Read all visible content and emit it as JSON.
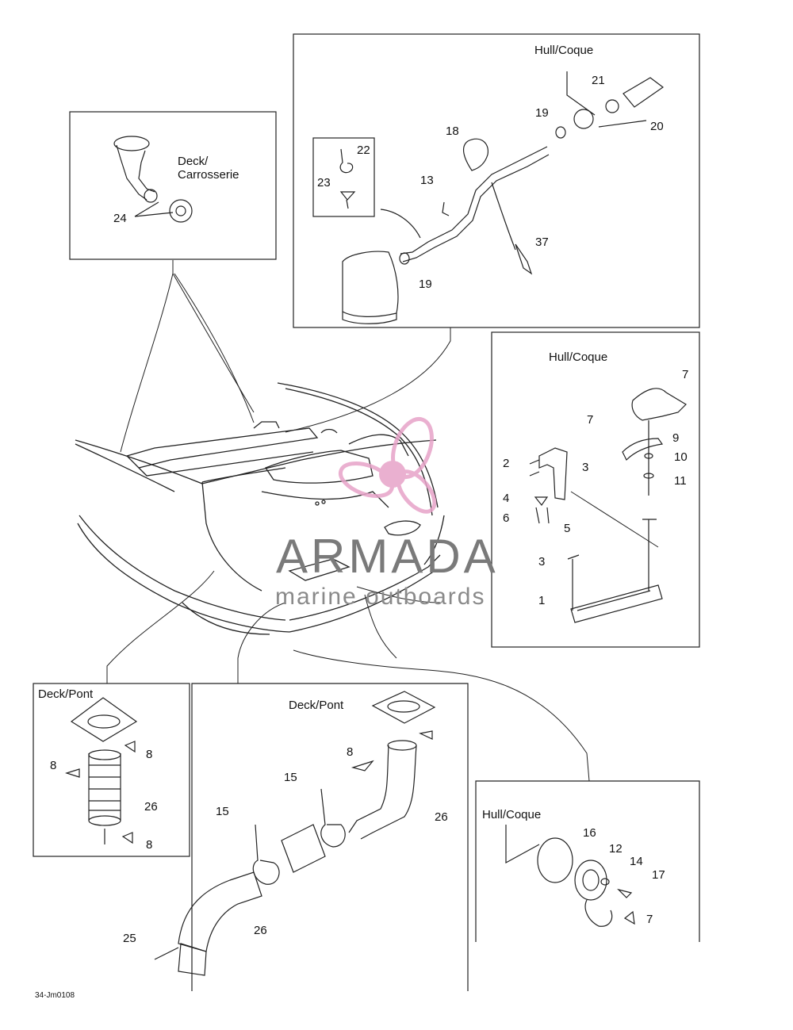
{
  "watermark": {
    "brand": "ARMADA",
    "tagline": "marine outboards",
    "logo_color": "#e7a3c8"
  },
  "drawing_code": "34-Jm0108",
  "captions": {
    "deck_carrosserie": [
      "Deck/",
      "Carrosserie"
    ],
    "hull_coque_top": "Hull/Coque",
    "hull_coque_right": "Hull/Coque",
    "deck_pont_left": "Deck/Pont",
    "deck_pont_center": "Deck/Pont",
    "hull_coque_bottom": "Hull/Coque"
  },
  "callouts": {
    "top_right_box": [
      "21",
      "19",
      "20",
      "18",
      "22",
      "23",
      "13",
      "37",
      "19"
    ],
    "top_left_box": [
      "24"
    ],
    "right_box": [
      "7",
      "7",
      "9",
      "2",
      "3",
      "10",
      "11",
      "4",
      "6",
      "5",
      "3",
      "1"
    ],
    "bottom_left_box": [
      "8",
      "8",
      "26",
      "8"
    ],
    "bottom_center_box": [
      "8",
      "15",
      "15",
      "26",
      "26",
      "25"
    ],
    "bottom_right_box": [
      "16",
      "12",
      "14",
      "17",
      "7"
    ]
  }
}
